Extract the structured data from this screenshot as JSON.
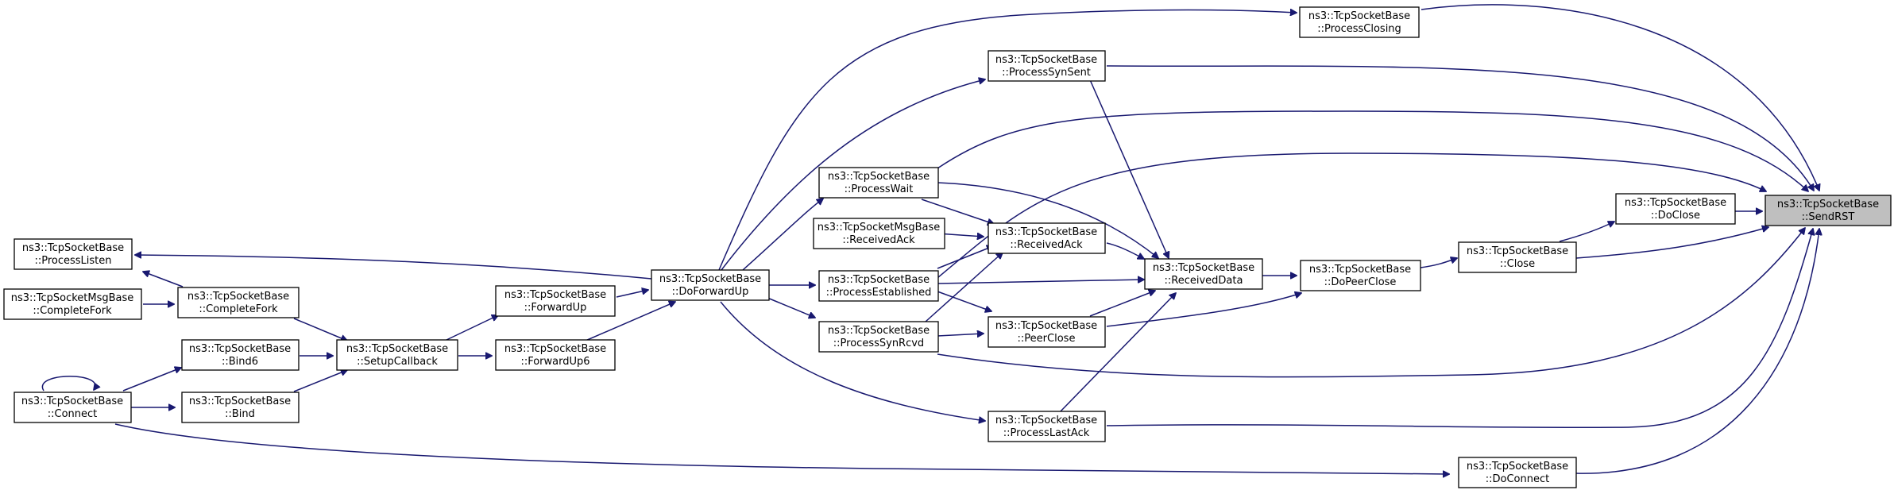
{
  "diagram": {
    "title": "",
    "colors": {
      "edge": "#191970",
      "node_border": "#000000",
      "root_fill": "#bfbfbf",
      "node_fill": "#ffffff"
    },
    "nodes": [
      {
        "id": "sendrst",
        "line1": "ns3::TcpSocketBase",
        "line2": "::SendRST",
        "root": true
      },
      {
        "id": "processclosing",
        "line1": "ns3::TcpSocketBase",
        "line2": "::ProcessClosing"
      },
      {
        "id": "processsynsent",
        "line1": "ns3::TcpSocketBase",
        "line2": "::ProcessSynSent"
      },
      {
        "id": "docloose",
        "line1": "ns3::TcpSocketBase",
        "line2": "::DoClose"
      },
      {
        "id": "close",
        "line1": "ns3::TcpSocketBase",
        "line2": "::Close"
      },
      {
        "id": "doconnect",
        "line1": "ns3::TcpSocketBase",
        "line2": "::DoConnect"
      },
      {
        "id": "processlastack",
        "line1": "ns3::TcpSocketBase",
        "line2": "::ProcessLastAck"
      },
      {
        "id": "processwait",
        "line1": "ns3::TcpSocketBase",
        "line2": "::ProcessWait"
      },
      {
        "id": "msgreceivedack",
        "line1": "ns3::TcpSocketMsgBase",
        "line2": "::ReceivedAck"
      },
      {
        "id": "receivedack",
        "line1": "ns3::TcpSocketBase",
        "line2": "::ReceivedAck"
      },
      {
        "id": "receiveddata",
        "line1": "ns3::TcpSocketBase",
        "line2": "::ReceivedData"
      },
      {
        "id": "dopeerclose",
        "line1": "ns3::TcpSocketBase",
        "line2": "::DoPeerClose"
      },
      {
        "id": "processestablished",
        "line1": "ns3::TcpSocketBase",
        "line2": "::ProcessEstablished"
      },
      {
        "id": "processsynrcvd",
        "line1": "ns3::TcpSocketBase",
        "line2": "::ProcessSynRcvd"
      },
      {
        "id": "peerclose",
        "line1": "ns3::TcpSocketBase",
        "line2": "::PeerClose"
      },
      {
        "id": "doforwardup",
        "line1": "ns3::TcpSocketBase",
        "line2": "::DoForwardUp"
      },
      {
        "id": "forwardup",
        "line1": "ns3::TcpSocketBase",
        "line2": "::ForwardUp"
      },
      {
        "id": "forwardup6",
        "line1": "ns3::TcpSocketBase",
        "line2": "::ForwardUp6"
      },
      {
        "id": "setupcallback",
        "line1": "ns3::TcpSocketBase",
        "line2": "::SetupCallback"
      },
      {
        "id": "completefork",
        "line1": "ns3::TcpSocketBase",
        "line2": "::CompleteFork"
      },
      {
        "id": "msgcompletefork",
        "line1": "ns3::TcpSocketMsgBase",
        "line2": "::CompleteFork"
      },
      {
        "id": "processlisten",
        "line1": "ns3::TcpSocketBase",
        "line2": "::ProcessListen"
      },
      {
        "id": "bind6",
        "line1": "ns3::TcpSocketBase",
        "line2": "::Bind6"
      },
      {
        "id": "bind",
        "line1": "ns3::TcpSocketBase",
        "line2": "::Bind"
      },
      {
        "id": "connect",
        "line1": "ns3::TcpSocketBase",
        "line2": "::Connect"
      }
    ],
    "edges": [
      [
        "processclosing",
        "sendrst"
      ],
      [
        "processsynsent",
        "sendrst"
      ],
      [
        "processwait",
        "sendrst"
      ],
      [
        "processestablished",
        "sendrst"
      ],
      [
        "docloose",
        "sendrst"
      ],
      [
        "close",
        "sendrst"
      ],
      [
        "processsynrcvd",
        "sendrst"
      ],
      [
        "processlastack",
        "sendrst"
      ],
      [
        "doconnect",
        "sendrst"
      ],
      [
        "close",
        "docloose"
      ],
      [
        "dopeerclose",
        "close"
      ],
      [
        "receiveddata",
        "dopeerclose"
      ],
      [
        "peerclose",
        "dopeerclose"
      ],
      [
        "processsynsent",
        "receiveddata"
      ],
      [
        "processwait",
        "receiveddata"
      ],
      [
        "receivedack",
        "receiveddata"
      ],
      [
        "processestablished",
        "receiveddata"
      ],
      [
        "peerclose",
        "receiveddata"
      ],
      [
        "processlastack",
        "receiveddata"
      ],
      [
        "msgreceivedack",
        "receivedack"
      ],
      [
        "processwait",
        "receivedack"
      ],
      [
        "processestablished",
        "receivedack"
      ],
      [
        "processsynrcvd",
        "receivedack"
      ],
      [
        "processestablished",
        "peerclose"
      ],
      [
        "processsynrcvd",
        "peerclose"
      ],
      [
        "doforwardup",
        "processclosing"
      ],
      [
        "doforwardup",
        "processsynsent"
      ],
      [
        "doforwardup",
        "processwait"
      ],
      [
        "doforwardup",
        "processestablished"
      ],
      [
        "doforwardup",
        "processsynrcvd"
      ],
      [
        "doforwardup",
        "processlastack"
      ],
      [
        "doforwardup",
        "processlisten"
      ],
      [
        "forwardup",
        "doforwardup"
      ],
      [
        "forwardup6",
        "doforwardup"
      ],
      [
        "setupcallback",
        "forwardup"
      ],
      [
        "setupcallback",
        "forwardup6"
      ],
      [
        "completefork",
        "setupcallback"
      ],
      [
        "bind6",
        "setupcallback"
      ],
      [
        "bind",
        "setupcallback"
      ],
      [
        "completefork",
        "processlisten"
      ],
      [
        "msgcompletefork",
        "completefork"
      ],
      [
        "connect",
        "bind6"
      ],
      [
        "connect",
        "bind"
      ],
      [
        "connect",
        "connect"
      ],
      [
        "connect",
        "doconnect"
      ]
    ]
  }
}
